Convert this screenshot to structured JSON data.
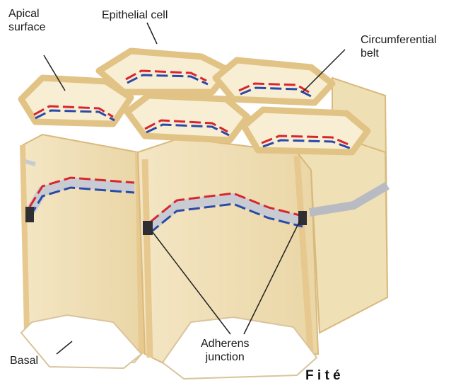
{
  "labels": {
    "apical_surface": "Apical\nsurface",
    "epithelial_cell": "Epithelial cell",
    "circumferential_belt": "Circumferential\nbelt",
    "basal": "Basal",
    "adherens_junction": "Adherens\njunction"
  },
  "caption_fragment": "F                    i  t  é",
  "colors": {
    "cell_fill": "#f7ecd0",
    "cell_side": "#f1e1b8",
    "cell_wall": "#e7c98f",
    "belt_red": "#d8262e",
    "belt_blue": "#2b4aa8",
    "belt_gray": "#c8ccd2",
    "junction_dark": "#2e2e33",
    "leader_line": "#222222"
  }
}
